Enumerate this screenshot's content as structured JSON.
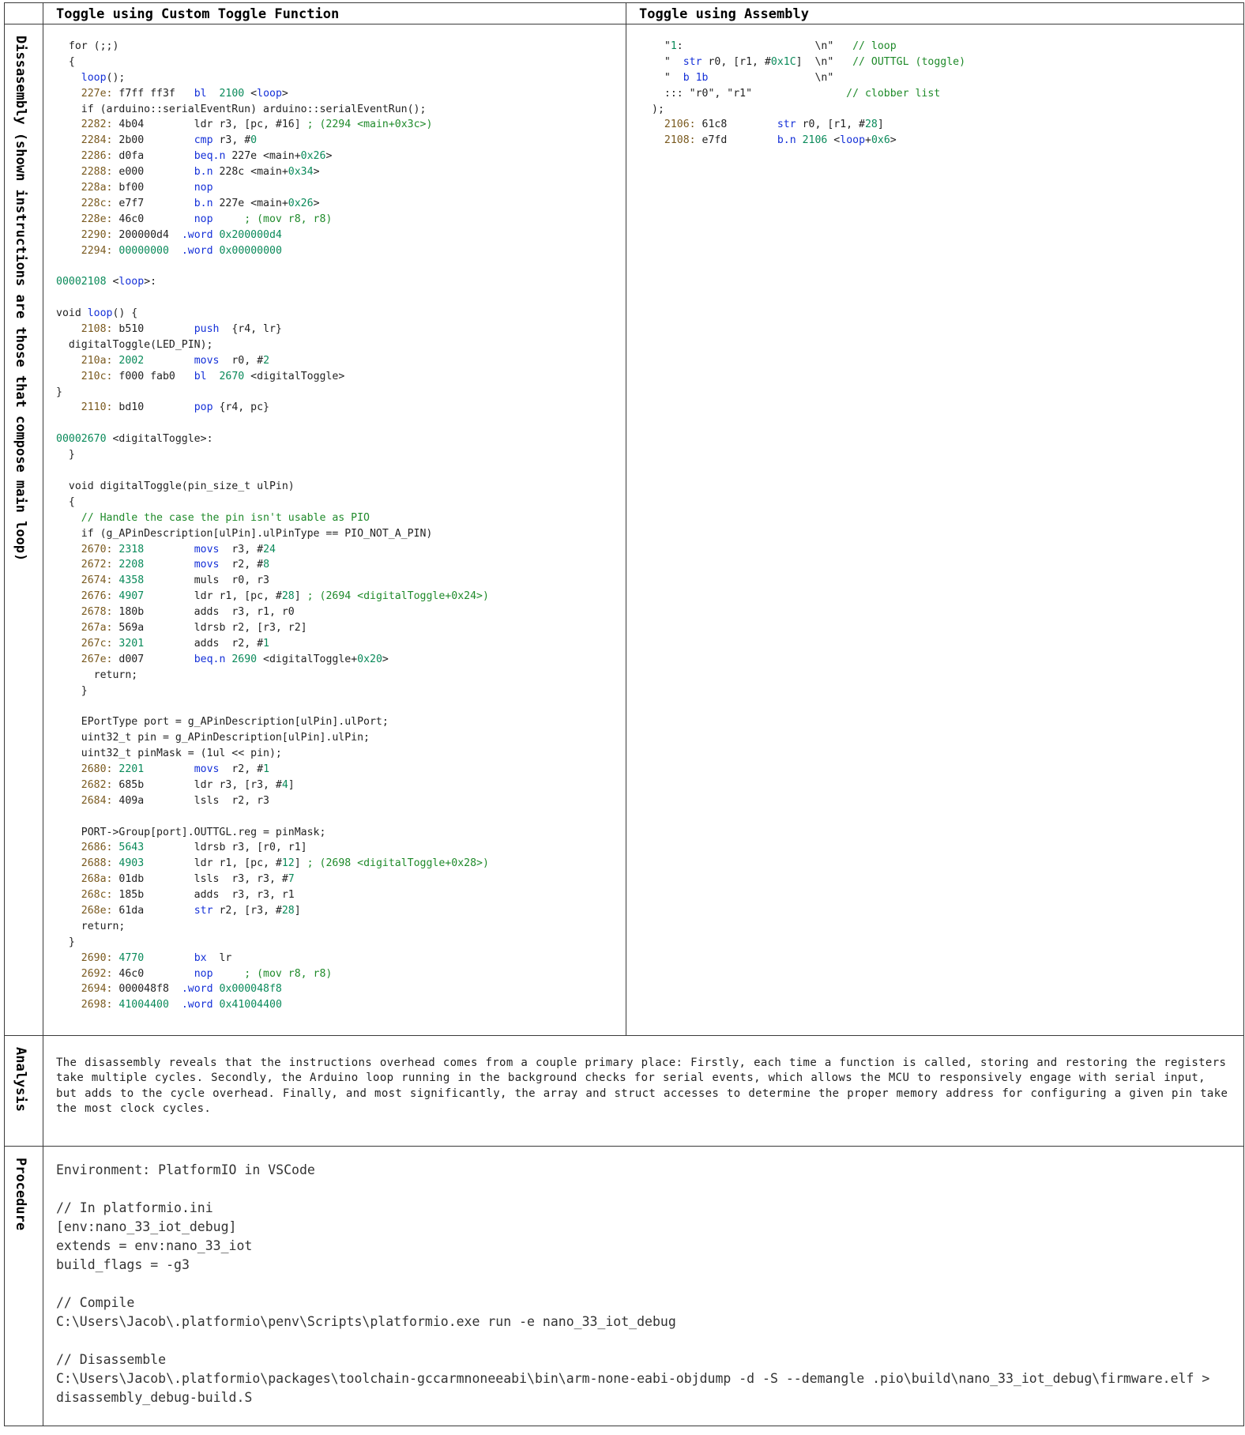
{
  "headers": {
    "col_custom": "Toggle using Custom Toggle Function",
    "col_asm": "Toggle using Assembly"
  },
  "row_labels": {
    "disassembly": "Dissasembly (shown instructions are those that compose main loop)",
    "analysis": "Analysis",
    "procedure": "Procedure"
  },
  "custom_code": [
    [
      [
        "  for (;;)",
        "t"
      ]
    ],
    [
      [
        "  {",
        "t"
      ]
    ],
    [
      [
        "    ",
        "t"
      ],
      [
        "loop",
        "k"
      ],
      [
        "();",
        "t"
      ]
    ],
    [
      [
        "    ",
        "t"
      ],
      [
        "227e:",
        "a"
      ],
      [
        " f7ff ff3f   ",
        "t"
      ],
      [
        "bl",
        "k"
      ],
      [
        "  ",
        "t"
      ],
      [
        "2100",
        "n"
      ],
      [
        " <",
        "t"
      ],
      [
        "loop",
        "k"
      ],
      [
        ">",
        "t"
      ]
    ],
    [
      [
        "    if (arduino::serialEventRun) arduino::serialEventRun();",
        "t"
      ]
    ],
    [
      [
        "    ",
        "t"
      ],
      [
        "2282:",
        "a"
      ],
      [
        " 4b04        ldr r3, [pc, #16] ",
        "t"
      ],
      [
        "; (2294 <main+0x3c>)",
        "c"
      ]
    ],
    [
      [
        "    ",
        "t"
      ],
      [
        "2284:",
        "a"
      ],
      [
        " 2b00        ",
        "t"
      ],
      [
        "cmp",
        "k"
      ],
      [
        " r3, #",
        "t"
      ],
      [
        "0",
        "n"
      ]
    ],
    [
      [
        "    ",
        "t"
      ],
      [
        "2286:",
        "a"
      ],
      [
        " d0fa        ",
        "t"
      ],
      [
        "beq.n",
        "k"
      ],
      [
        " 227e <main+",
        "t"
      ],
      [
        "0x26",
        "n"
      ],
      [
        ">",
        "t"
      ]
    ],
    [
      [
        "    ",
        "t"
      ],
      [
        "2288:",
        "a"
      ],
      [
        " e000        ",
        "t"
      ],
      [
        "b.n",
        "k"
      ],
      [
        " 228c <main+",
        "t"
      ],
      [
        "0x34",
        "n"
      ],
      [
        ">",
        "t"
      ]
    ],
    [
      [
        "    ",
        "t"
      ],
      [
        "228a:",
        "a"
      ],
      [
        " bf00        ",
        "t"
      ],
      [
        "nop",
        "k"
      ]
    ],
    [
      [
        "    ",
        "t"
      ],
      [
        "228c:",
        "a"
      ],
      [
        " e7f7        ",
        "t"
      ],
      [
        "b.n",
        "k"
      ],
      [
        " 227e <main+",
        "t"
      ],
      [
        "0x26",
        "n"
      ],
      [
        ">",
        "t"
      ]
    ],
    [
      [
        "    ",
        "t"
      ],
      [
        "228e:",
        "a"
      ],
      [
        " 46c0        ",
        "t"
      ],
      [
        "nop",
        "k"
      ],
      [
        "     ",
        "t"
      ],
      [
        "; (mov r8, r8)",
        "c"
      ]
    ],
    [
      [
        "    ",
        "t"
      ],
      [
        "2290:",
        "a"
      ],
      [
        " 200000d4  ",
        "t"
      ],
      [
        ".word",
        "k"
      ],
      [
        " ",
        "t"
      ],
      [
        "0x200000d4",
        "n"
      ]
    ],
    [
      [
        "    ",
        "t"
      ],
      [
        "2294:",
        "a"
      ],
      [
        " ",
        "t"
      ],
      [
        "00000000",
        "n"
      ],
      [
        "  ",
        "t"
      ],
      [
        ".word",
        "k"
      ],
      [
        " ",
        "t"
      ],
      [
        "0x00000000",
        "n"
      ]
    ],
    [
      [
        "",
        "t"
      ]
    ],
    [
      [
        "00002108",
        "n"
      ],
      [
        " <",
        "t"
      ],
      [
        "loop",
        "k"
      ],
      [
        ">:",
        "t"
      ]
    ],
    [
      [
        "",
        "t"
      ]
    ],
    [
      [
        "void ",
        "t"
      ],
      [
        "loop",
        "k"
      ],
      [
        "() {",
        "t"
      ]
    ],
    [
      [
        "    ",
        "t"
      ],
      [
        "2108:",
        "a"
      ],
      [
        " b510        ",
        "t"
      ],
      [
        "push",
        "k"
      ],
      [
        "  {r4, lr}",
        "t"
      ]
    ],
    [
      [
        "  digitalToggle(LED_PIN);",
        "t"
      ]
    ],
    [
      [
        "    ",
        "t"
      ],
      [
        "210a:",
        "a"
      ],
      [
        " ",
        "t"
      ],
      [
        "2002",
        "n"
      ],
      [
        "        ",
        "t"
      ],
      [
        "movs",
        "k"
      ],
      [
        "  r0, #",
        "t"
      ],
      [
        "2",
        "n"
      ]
    ],
    [
      [
        "    ",
        "t"
      ],
      [
        "210c:",
        "a"
      ],
      [
        " f000 fab0   ",
        "t"
      ],
      [
        "bl",
        "k"
      ],
      [
        "  ",
        "t"
      ],
      [
        "2670",
        "n"
      ],
      [
        " <digitalToggle>",
        "t"
      ]
    ],
    [
      [
        "}",
        "t"
      ]
    ],
    [
      [
        "    ",
        "t"
      ],
      [
        "2110:",
        "a"
      ],
      [
        " bd10        ",
        "t"
      ],
      [
        "pop",
        "k"
      ],
      [
        " {r4, pc}",
        "t"
      ]
    ],
    [
      [
        "",
        "t"
      ]
    ],
    [
      [
        "00002670",
        "n"
      ],
      [
        " <digitalToggle>:",
        "t"
      ]
    ],
    [
      [
        "  }",
        "t"
      ]
    ],
    [
      [
        "",
        "t"
      ]
    ],
    [
      [
        "  void digitalToggle(pin_size_t ulPin)",
        "t"
      ]
    ],
    [
      [
        "  {",
        "t"
      ]
    ],
    [
      [
        "    ",
        "t"
      ],
      [
        "// Handle the case the pin isn't usable as PIO",
        "c"
      ]
    ],
    [
      [
        "    if (g_APinDescription[ulPin].ulPinType == PIO_NOT_A_PIN)",
        "t"
      ]
    ],
    [
      [
        "    ",
        "t"
      ],
      [
        "2670:",
        "a"
      ],
      [
        " ",
        "t"
      ],
      [
        "2318",
        "n"
      ],
      [
        "        ",
        "t"
      ],
      [
        "movs",
        "k"
      ],
      [
        "  r3, #",
        "t"
      ],
      [
        "24",
        "n"
      ]
    ],
    [
      [
        "    ",
        "t"
      ],
      [
        "2672:",
        "a"
      ],
      [
        " ",
        "t"
      ],
      [
        "2208",
        "n"
      ],
      [
        "        ",
        "t"
      ],
      [
        "movs",
        "k"
      ],
      [
        "  r2, #",
        "t"
      ],
      [
        "8",
        "n"
      ]
    ],
    [
      [
        "    ",
        "t"
      ],
      [
        "2674:",
        "a"
      ],
      [
        " ",
        "t"
      ],
      [
        "4358",
        "n"
      ],
      [
        "        muls  r0, r3",
        "t"
      ]
    ],
    [
      [
        "    ",
        "t"
      ],
      [
        "2676:",
        "a"
      ],
      [
        " ",
        "t"
      ],
      [
        "4907",
        "n"
      ],
      [
        "        ldr r1, [pc, #",
        "t"
      ],
      [
        "28",
        "n"
      ],
      [
        "] ",
        "t"
      ],
      [
        "; (2694 <digitalToggle+0x24>)",
        "c"
      ]
    ],
    [
      [
        "    ",
        "t"
      ],
      [
        "2678:",
        "a"
      ],
      [
        " 180b        adds  r3, r1, r0",
        "t"
      ]
    ],
    [
      [
        "    ",
        "t"
      ],
      [
        "267a:",
        "a"
      ],
      [
        " 569a        ldrsb r2, [r3, r2]",
        "t"
      ]
    ],
    [
      [
        "    ",
        "t"
      ],
      [
        "267c:",
        "a"
      ],
      [
        " ",
        "t"
      ],
      [
        "3201",
        "n"
      ],
      [
        "        adds  r2, #",
        "t"
      ],
      [
        "1",
        "n"
      ]
    ],
    [
      [
        "    ",
        "t"
      ],
      [
        "267e:",
        "a"
      ],
      [
        " d007        ",
        "t"
      ],
      [
        "beq.n",
        "k"
      ],
      [
        " ",
        "t"
      ],
      [
        "2690",
        "n"
      ],
      [
        " <digitalToggle+",
        "t"
      ],
      [
        "0x20",
        "n"
      ],
      [
        ">",
        "t"
      ]
    ],
    [
      [
        "      return;",
        "t"
      ]
    ],
    [
      [
        "    }",
        "t"
      ]
    ],
    [
      [
        "",
        "t"
      ]
    ],
    [
      [
        "    EPortType port = g_APinDescription[ulPin].ulPort;",
        "t"
      ]
    ],
    [
      [
        "    uint32_t pin = g_APinDescription[ulPin].ulPin;",
        "t"
      ]
    ],
    [
      [
        "    uint32_t pinMask = (1ul << pin);",
        "t"
      ]
    ],
    [
      [
        "    ",
        "t"
      ],
      [
        "2680:",
        "a"
      ],
      [
        " ",
        "t"
      ],
      [
        "2201",
        "n"
      ],
      [
        "        ",
        "t"
      ],
      [
        "movs",
        "k"
      ],
      [
        "  r2, #",
        "t"
      ],
      [
        "1",
        "n"
      ]
    ],
    [
      [
        "    ",
        "t"
      ],
      [
        "2682:",
        "a"
      ],
      [
        " 685b        ldr r3, [r3, #",
        "t"
      ],
      [
        "4",
        "n"
      ],
      [
        "]",
        "t"
      ]
    ],
    [
      [
        "    ",
        "t"
      ],
      [
        "2684:",
        "a"
      ],
      [
        " 409a        lsls  r2, r3",
        "t"
      ]
    ],
    [
      [
        "",
        "t"
      ]
    ],
    [
      [
        "    PORT->Group[port].OUTTGL.reg = pinMask;",
        "t"
      ]
    ],
    [
      [
        "    ",
        "t"
      ],
      [
        "2686:",
        "a"
      ],
      [
        " ",
        "t"
      ],
      [
        "5643",
        "n"
      ],
      [
        "        ldrsb r3, [r0, r1]",
        "t"
      ]
    ],
    [
      [
        "    ",
        "t"
      ],
      [
        "2688:",
        "a"
      ],
      [
        " ",
        "t"
      ],
      [
        "4903",
        "n"
      ],
      [
        "        ldr r1, [pc, #",
        "t"
      ],
      [
        "12",
        "n"
      ],
      [
        "] ",
        "t"
      ],
      [
        "; (2698 <digitalToggle+0x28>)",
        "c"
      ]
    ],
    [
      [
        "    ",
        "t"
      ],
      [
        "268a:",
        "a"
      ],
      [
        " 01db        lsls  r3, r3, #",
        "t"
      ],
      [
        "7",
        "n"
      ]
    ],
    [
      [
        "    ",
        "t"
      ],
      [
        "268c:",
        "a"
      ],
      [
        " 185b        adds  r3, r3, r1",
        "t"
      ]
    ],
    [
      [
        "    ",
        "t"
      ],
      [
        "268e:",
        "a"
      ],
      [
        " 61da        ",
        "t"
      ],
      [
        "str",
        "k"
      ],
      [
        " r2, [r3, #",
        "t"
      ],
      [
        "28",
        "n"
      ],
      [
        "]",
        "t"
      ]
    ],
    [
      [
        "    return;",
        "t"
      ]
    ],
    [
      [
        "  }",
        "t"
      ]
    ],
    [
      [
        "    ",
        "t"
      ],
      [
        "2690:",
        "a"
      ],
      [
        " ",
        "t"
      ],
      [
        "4770",
        "n"
      ],
      [
        "        ",
        "t"
      ],
      [
        "bx",
        "k"
      ],
      [
        "  lr",
        "t"
      ]
    ],
    [
      [
        "    ",
        "t"
      ],
      [
        "2692:",
        "a"
      ],
      [
        " 46c0        ",
        "t"
      ],
      [
        "nop",
        "k"
      ],
      [
        "     ",
        "t"
      ],
      [
        "; (mov r8, r8)",
        "c"
      ]
    ],
    [
      [
        "    ",
        "t"
      ],
      [
        "2694:",
        "a"
      ],
      [
        " 000048f8  ",
        "t"
      ],
      [
        ".word",
        "k"
      ],
      [
        " ",
        "t"
      ],
      [
        "0x000048f8",
        "n"
      ]
    ],
    [
      [
        "    ",
        "t"
      ],
      [
        "2698:",
        "a"
      ],
      [
        " ",
        "t"
      ],
      [
        "41004400",
        "n"
      ],
      [
        "  ",
        "t"
      ],
      [
        ".word",
        "k"
      ],
      [
        " ",
        "t"
      ],
      [
        "0x41004400",
        "n"
      ]
    ]
  ],
  "asm_code": [
    [
      [
        "  \"",
        "t"
      ],
      [
        "1",
        "n"
      ],
      [
        ":                     \\n\"   ",
        "t"
      ],
      [
        "// loop",
        "c"
      ]
    ],
    [
      [
        "  \"  ",
        "t"
      ],
      [
        "str",
        "k"
      ],
      [
        " r0, [r1, #",
        "t"
      ],
      [
        "0x1C",
        "n"
      ],
      [
        "]  \\n\"   ",
        "t"
      ],
      [
        "// OUTTGL (toggle)",
        "c"
      ]
    ],
    [
      [
        "  \"  ",
        "t"
      ],
      [
        "b 1b",
        "k"
      ],
      [
        "                 \\n\"",
        "t"
      ]
    ],
    [
      [
        "  ::: \"r0\", \"r1\"               ",
        "t"
      ],
      [
        "// clobber list",
        "c"
      ]
    ],
    [
      [
        ");",
        "t"
      ]
    ],
    [
      [
        "  ",
        "t"
      ],
      [
        "2106:",
        "a"
      ],
      [
        " 61c8        ",
        "t"
      ],
      [
        "str",
        "k"
      ],
      [
        " r0, [r1, #",
        "t"
      ],
      [
        "28",
        "n"
      ],
      [
        "]",
        "t"
      ]
    ],
    [
      [
        "  ",
        "t"
      ],
      [
        "2108:",
        "a"
      ],
      [
        " e7fd        ",
        "t"
      ],
      [
        "b.n",
        "k"
      ],
      [
        " ",
        "t"
      ],
      [
        "2106",
        "n"
      ],
      [
        " <",
        "t"
      ],
      [
        "loop",
        "k"
      ],
      [
        "+",
        "t"
      ],
      [
        "0x6",
        "n"
      ],
      [
        ">",
        "t"
      ]
    ]
  ],
  "analysis_text": "The disassembly reveals that the instructions overhead comes from a couple primary place: Firstly, each time a function is called, storing and restoring the registers take multiple cycles. Secondly, the Arduino loop running in the background checks for serial events, which allows the MCU to responsively engage with serial input, but adds to the cycle overhead. Finally, and most significantly, the array and struct accesses to determine the proper memory address for configuring a given pin take the most clock cycles.",
  "procedure_lines": [
    "Environment: PlatformIO in VSCode",
    "",
    "// In platformio.ini",
    "[env:nano_33_iot_debug]",
    "extends = env:nano_33_iot",
    "build_flags = -g3",
    "",
    "// Compile",
    "C:\\Users\\Jacob\\.platformio\\penv\\Scripts\\platformio.exe run -e nano_33_iot_debug",
    "",
    "// Disassemble",
    "C:\\Users\\Jacob\\.platformio\\packages\\toolchain-gccarmnoneeabi\\bin\\arm-none-eabi-objdump -d -S --demangle .pio\\build\\nano_33_iot_debug\\firmware.elf >",
    "disassembly_debug-build.S"
  ]
}
